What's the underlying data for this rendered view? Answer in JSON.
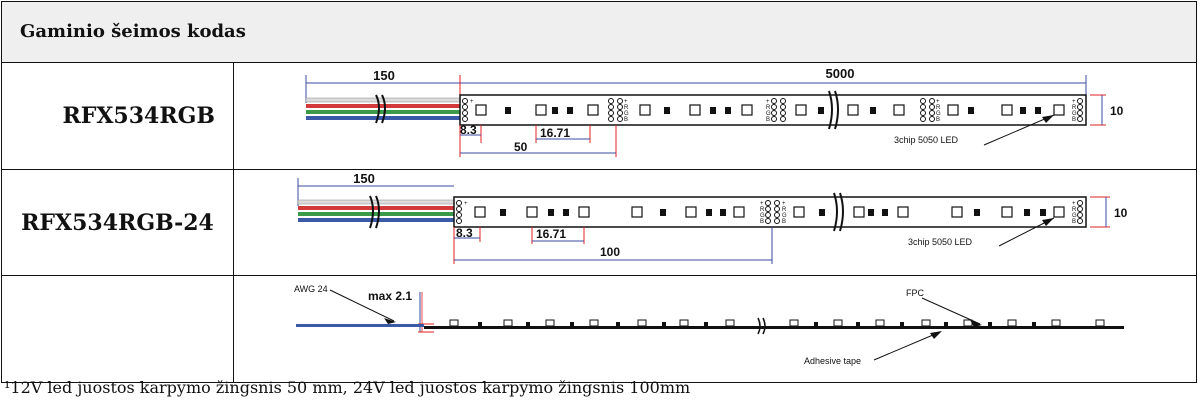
{
  "table": {
    "header": "Gaminio šeimos kodas",
    "rows": [
      {
        "code": "RFX534RGB",
        "dims": {
          "lead": "150",
          "length": "5000",
          "height": "10",
          "first": "8.3",
          "pitch": "16.71",
          "cut": "50",
          "led": "3chip 5050 LED"
        }
      },
      {
        "code": "RFX534RGB-24",
        "dims": {
          "lead": "150",
          "height": "10",
          "first": "8.3",
          "pitch": "16.71",
          "cut": "100",
          "led": "3chip 5050 LED"
        }
      },
      {
        "code": "",
        "side": {
          "wire": "AWG 24",
          "max": "max 2.1",
          "fpc": "FPC",
          "tape": "Adhesive tape"
        }
      }
    ]
  },
  "pad_letters": [
    "+",
    "R",
    "G",
    "B"
  ],
  "footnote": "¹12V led juostos karpymo žingsnis 50 mm, 24V led juostos karpymo žingsnis 100mm",
  "colors": {
    "wire_white": "#dcdcdc",
    "wire_red": "#d23a3a",
    "wire_green": "#3a9a4a",
    "wire_blue": "#3a5aa8",
    "dim_blue": "#3a4aa0",
    "dim_red": "#e02020"
  }
}
